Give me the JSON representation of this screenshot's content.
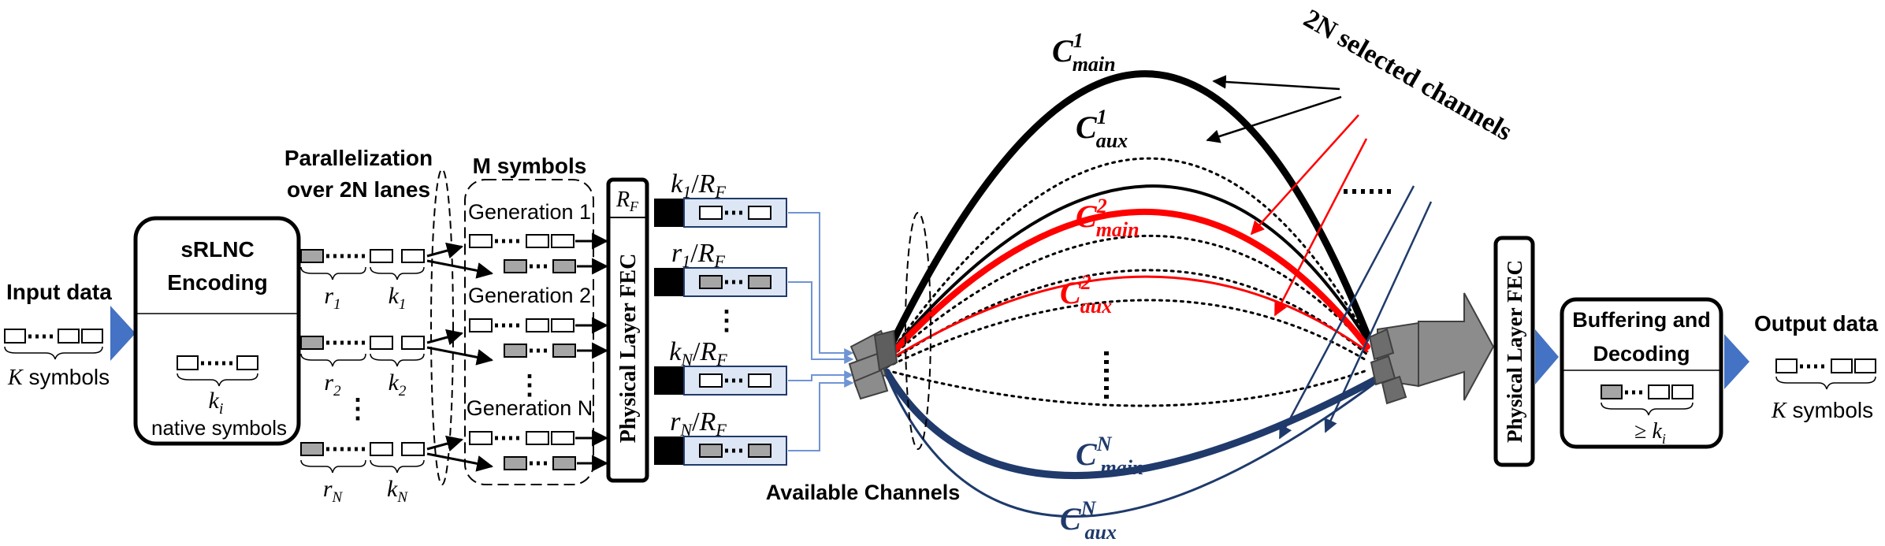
{
  "input": {
    "title": "Input data",
    "symbols_label": "K symbols"
  },
  "encoder": {
    "title_line1": "sRLNC",
    "title_line2": "Encoding",
    "ki_label": "k_i",
    "native_label": "native symbols"
  },
  "parallel": {
    "title_line1": "Parallelization",
    "title_line2": "over 2N lanes"
  },
  "lanes": [
    {
      "r": "r_1",
      "k": "k_1"
    },
    {
      "r": "r_2",
      "k": "k_2"
    },
    {
      "r": "r_N",
      "k": "k_N"
    }
  ],
  "generations": {
    "title": "M symbols",
    "items": [
      "Generation 1",
      "Generation 2",
      "Generation N"
    ]
  },
  "fec_tx": {
    "label": "Physical Layer FEC",
    "rate_label": "R_F"
  },
  "code_rates": [
    "k_1/R_F",
    "r_1/R_F",
    "k_N/R_F",
    "r_N/R_F"
  ],
  "channels": {
    "available_label": "Available Channels",
    "selected_label": "2N selected channels",
    "labels": [
      {
        "base": "C",
        "sup": "1",
        "sub": "main",
        "color": "#000000"
      },
      {
        "base": "C",
        "sup": "1",
        "sub": "aux",
        "color": "#000000"
      },
      {
        "base": "C",
        "sup": "2",
        "sub": "main",
        "color": "#ff0000"
      },
      {
        "base": "C",
        "sup": "2",
        "sub": "aux",
        "color": "#ff0000"
      },
      {
        "base": "C",
        "sup": "N",
        "sub": "main",
        "color": "#1f3a6b"
      },
      {
        "base": "C",
        "sup": "N",
        "sub": "aux",
        "color": "#1f3a6b"
      }
    ]
  },
  "fec_rx": {
    "label": "Physical Layer FEC"
  },
  "decoder": {
    "title_line1": "Buffering and",
    "title_line2": "Decoding",
    "ki_label": "≥ k_i"
  },
  "output": {
    "title": "Output data",
    "symbols_label": "K symbols"
  },
  "colors": {
    "red": "#ff0000",
    "navy": "#1f3a6b",
    "arrow_blue": "#4472c4",
    "thin_blue": "#6f94d4",
    "gray_fill": "#a6a6a6",
    "light_blue": "#dde6f5"
  }
}
